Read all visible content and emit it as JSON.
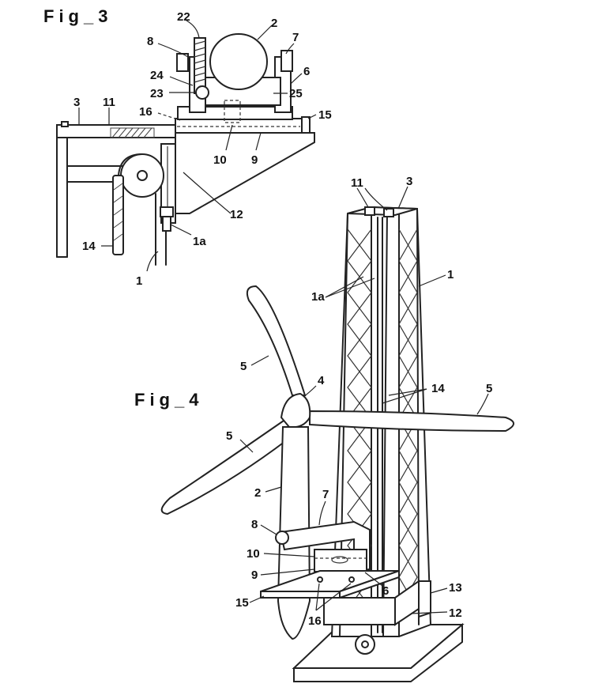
{
  "figures": {
    "fig3": {
      "title": "Fig_3"
    },
    "fig4": {
      "title": "Fig_4"
    }
  },
  "fig3_refs": {
    "r22": "22",
    "r2": "2",
    "r8": "8",
    "r7": "7",
    "r24": "24",
    "r6": "6",
    "r23": "23",
    "r25": "25",
    "r3": "3",
    "r11": "11",
    "r16": "16",
    "r15": "15",
    "r10": "10",
    "r9": "9",
    "r12": "12",
    "r14": "14",
    "r1a": "1a",
    "r1": "1"
  },
  "fig4_refs": {
    "r11": "11",
    "r3": "3",
    "r1": "1",
    "r1a": "1a",
    "r5a": "5",
    "r4": "4",
    "r14": "14",
    "r5b": "5",
    "r5c": "5",
    "r2": "2",
    "r7": "7",
    "r8": "8",
    "r10": "10",
    "r9": "9",
    "r6": "6",
    "r13": "13",
    "r15": "15",
    "r16": "16",
    "r12": "12"
  },
  "colors": {
    "ink": "#222222",
    "paper": "#ffffff"
  }
}
